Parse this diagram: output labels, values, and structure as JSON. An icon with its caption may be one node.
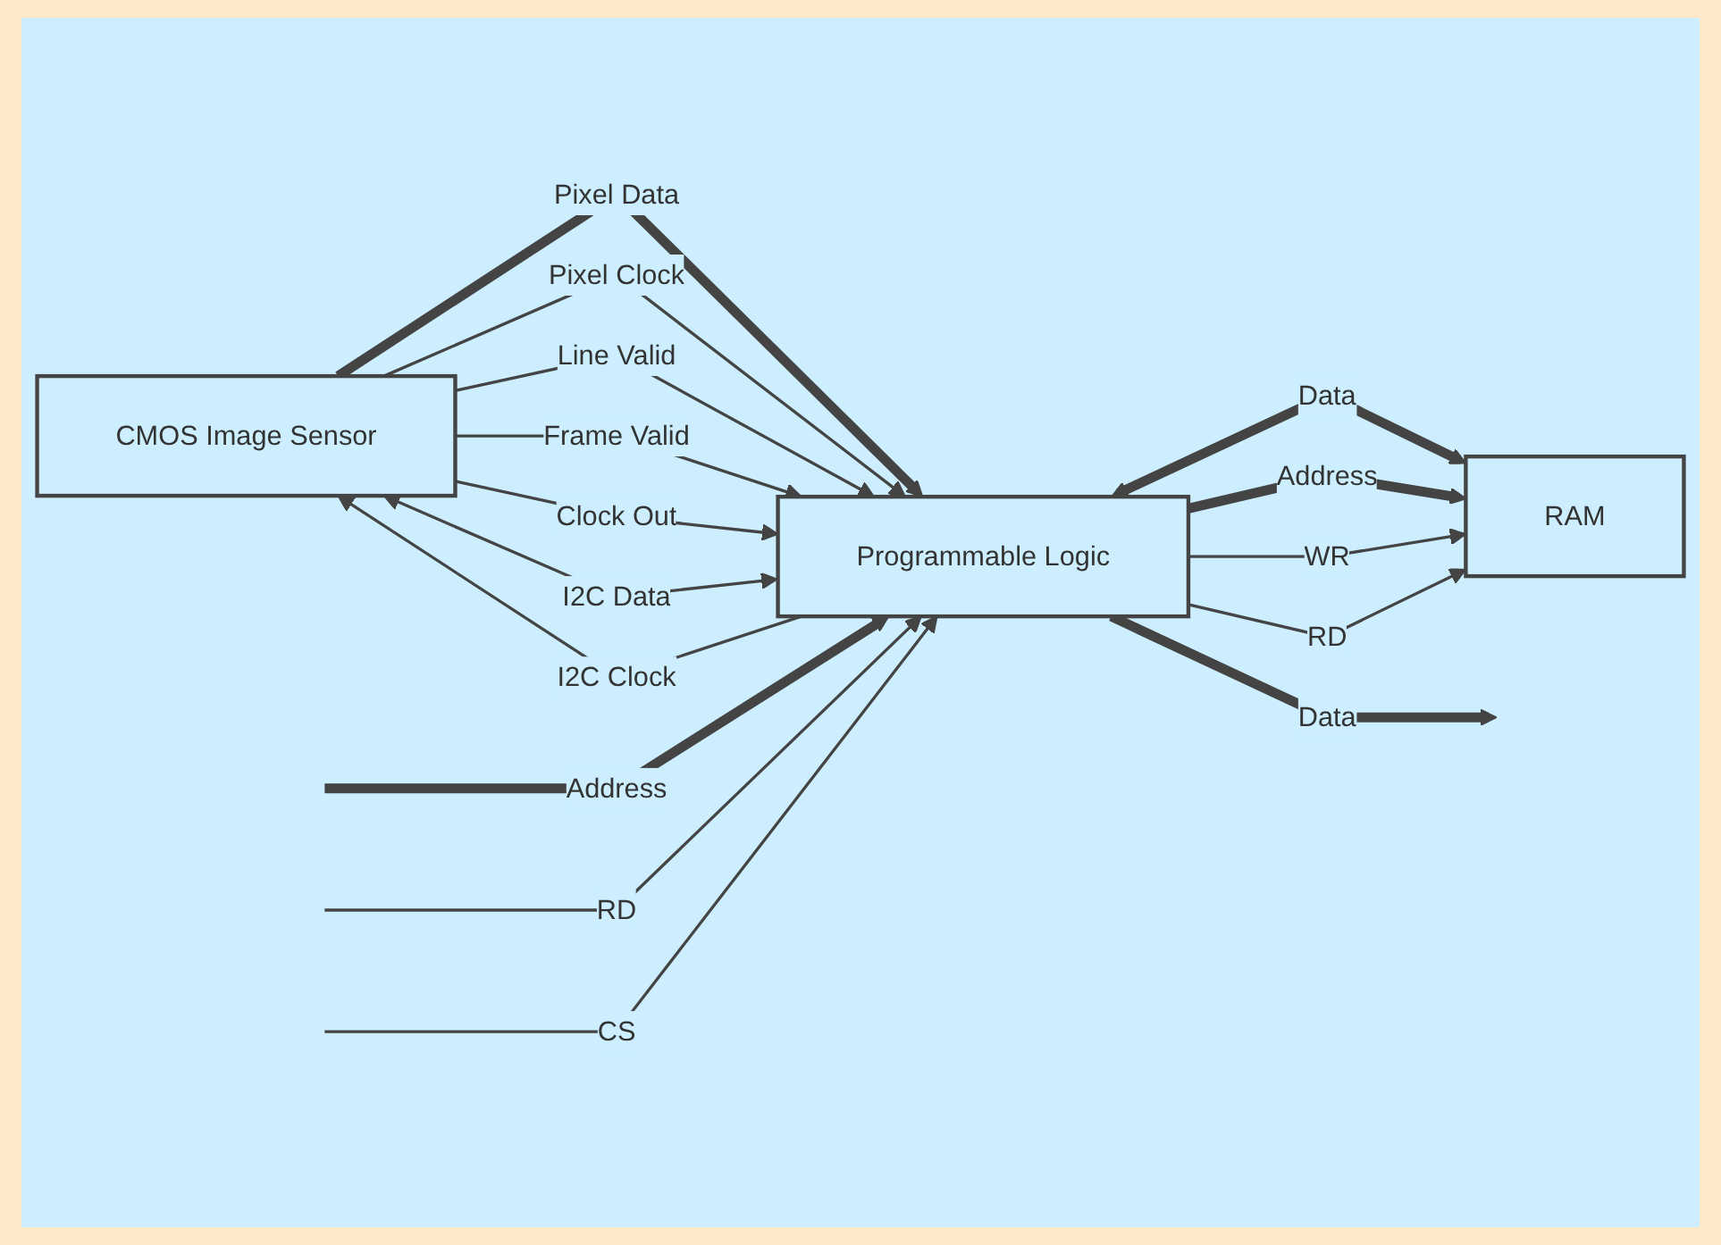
{
  "diagram": {
    "nodes": [
      {
        "text": [
          "RAM"
        ]
      },
      {
        "text": [
          "CMOS Image Sensor"
        ]
      },
      {
        "text": [
          "Programmable Logic"
        ]
      }
    ],
    "edges": [
      {
        "from": 2,
        "to": 0,
        "arrow": "both",
        "label": "Data",
        "style": "thick"
      },
      {
        "from": 2,
        "to": 0,
        "arrow": "to",
        "label": "Address",
        "style": "thick"
      },
      {
        "from": 2,
        "to": 0,
        "arrow": "to",
        "label": "WR"
      },
      {
        "from": 2,
        "to": 0,
        "arrow": "to",
        "label": "RD"
      },
      {
        "from": 1,
        "to": 2,
        "arrow": "to",
        "label": "Pixel Data",
        "style": "thick"
      },
      {
        "from": 1,
        "to": 2,
        "arrow": "to",
        "label": "Pixel Clock"
      },
      {
        "from": 1,
        "to": 2,
        "arrow": "to",
        "label": "Line Valid"
      },
      {
        "from": 1,
        "to": 2,
        "arrow": "to",
        "label": "Frame Valid"
      },
      {
        "from": 1,
        "to": 2,
        "arrow": "to",
        "label": "Clock Out"
      },
      {
        "from": null,
        "to": 2,
        "arrow": "to",
        "label": "Address",
        "style": "thick"
      },
      {
        "from": 2,
        "to": null,
        "arrow": "to",
        "label": "Data",
        "style": "thick"
      },
      {
        "from": null,
        "to": 2,
        "arrow": "to",
        "label": "RD"
      },
      {
        "from": null,
        "to": 2,
        "arrow": "to",
        "label": "CS"
      },
      {
        "from": 2,
        "to": 1,
        "arrow": "both",
        "label": "I2C Data"
      },
      {
        "from": 2,
        "to": 1,
        "arrow": "to",
        "label": "I2C Clock"
      }
    ]
  }
}
